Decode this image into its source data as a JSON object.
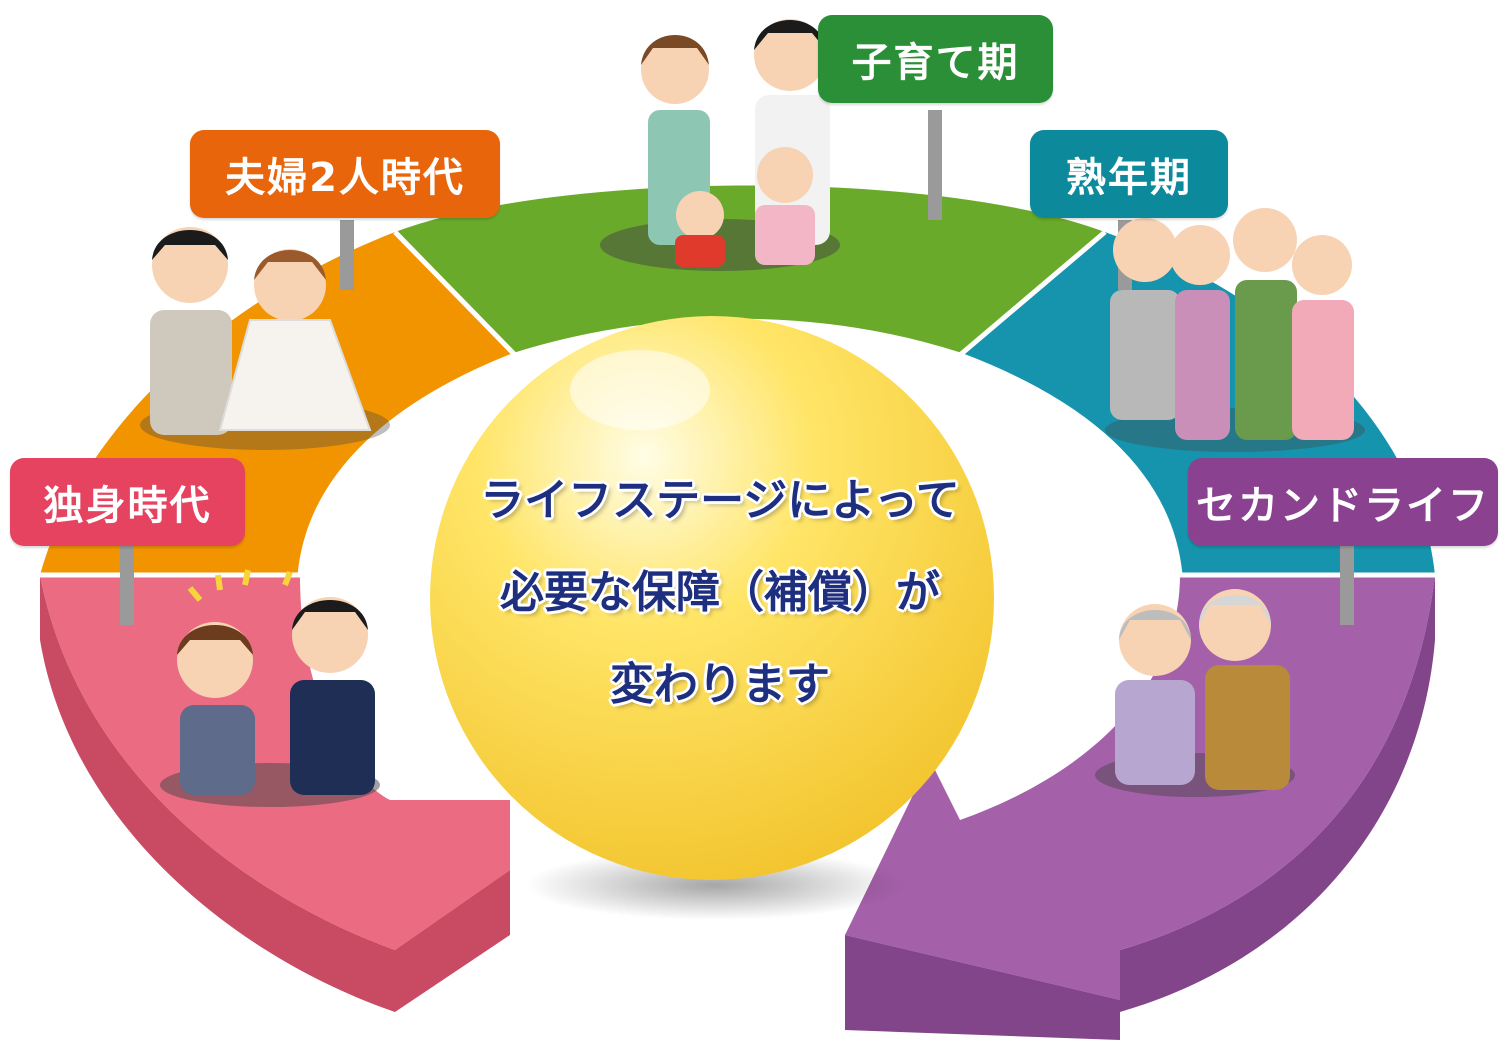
{
  "center": {
    "line1": "ライフステージによって",
    "line2": "必要な保障（補償）が",
    "line3": "変わります"
  },
  "stages": [
    {
      "key": "single",
      "label": "独身時代",
      "color": "#e5435f",
      "ring_color": "#ea6b82"
    },
    {
      "key": "couple",
      "label": "夫婦2人時代",
      "color": "#e8650c",
      "ring_color": "#f29400"
    },
    {
      "key": "parenting",
      "label": "子育て期",
      "color": "#2b8f37",
      "ring_color": "#6aaa2a"
    },
    {
      "key": "mature",
      "label": "熟年期",
      "color": "#0c8a9b",
      "ring_color": "#1694ae"
    },
    {
      "key": "second_life",
      "label": "セカンドライフ",
      "color": "#8a418f",
      "ring_color": "#a460a8"
    }
  ],
  "colors": {
    "center_text": "#1e2f80",
    "sphere_light": "#fffde6",
    "sphere_mid": "#ffe567",
    "sphere_dark": "#f1c027",
    "pole": "#9a9a9a"
  },
  "icons": [
    "young-couple-in-suits-illustration",
    "wedding-couple-illustration",
    "family-with-children-illustration",
    "middle-aged-couples-illustration",
    "elderly-couple-illustration"
  ]
}
